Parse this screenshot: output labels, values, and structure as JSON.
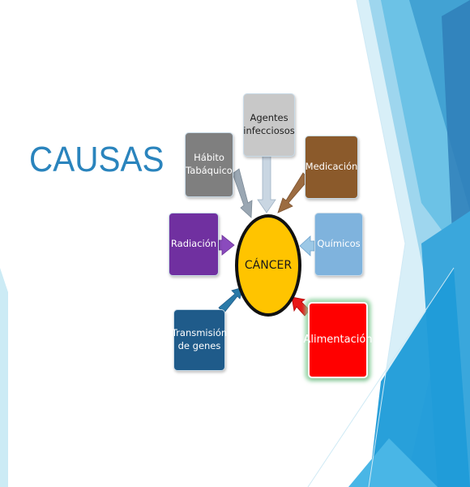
{
  "slide": {
    "title": "CAUSAS"
  },
  "diagram": {
    "center": {
      "label": "CÁNCER",
      "color": "#ffc400"
    },
    "causes": [
      {
        "id": "habito",
        "lines": [
          "Hábito",
          "Tabáquico"
        ],
        "color": "#7f7f7f"
      },
      {
        "id": "agentes",
        "lines": [
          "Agentes",
          "infecciosos"
        ],
        "color": "#c8c8c8"
      },
      {
        "id": "medicacion",
        "lines": [
          "Medicación"
        ],
        "color": "#8b5a2b"
      },
      {
        "id": "radiacion",
        "lines": [
          "Radiación"
        ],
        "color": "#7030a0"
      },
      {
        "id": "quimicos",
        "lines": [
          "Químicos"
        ],
        "color": "#7fb3dd"
      },
      {
        "id": "transmision",
        "lines": [
          "Transmisión",
          "de genes"
        ],
        "color": "#1f5b8a"
      },
      {
        "id": "alimentacion",
        "lines": [
          "Alimentación"
        ],
        "color": "#ff0000"
      }
    ]
  },
  "theme": {
    "accent": "#2a84bd"
  }
}
